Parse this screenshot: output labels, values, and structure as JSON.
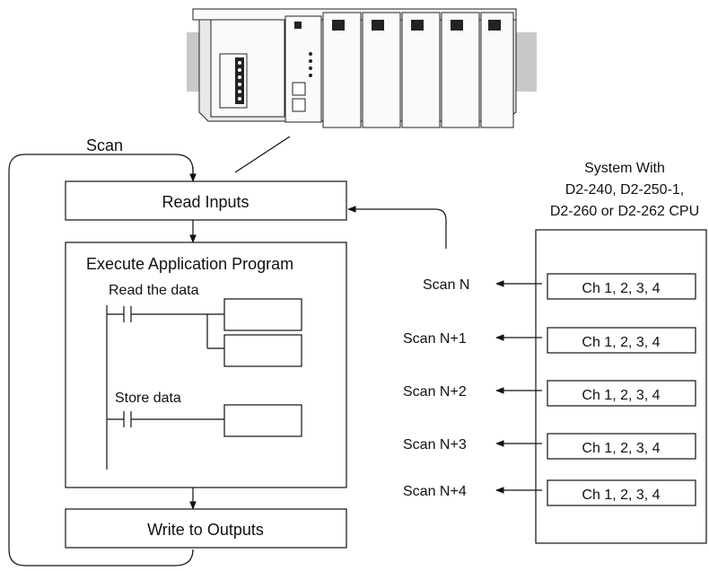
{
  "scan_label": "Scan",
  "cpu_box": {
    "title_lines": [
      "System With",
      "D2-240, D2-250-1,",
      "D2-260 or D2-262 CPU"
    ],
    "channel_label": "Ch 1, 2, 3, 4"
  },
  "flow": {
    "read_inputs": "Read Inputs",
    "execute": "Execute Application Program",
    "read_data": "Read the data",
    "store_data": "Store data",
    "write_outputs": "Write to Outputs"
  },
  "scans": [
    "Scan N",
    "Scan N+1",
    "Scan N+2",
    "Scan N+3",
    "Scan N+4"
  ],
  "icons": {
    "plc": "plc-rack-icon",
    "contact": "normally-open-contact-icon"
  }
}
